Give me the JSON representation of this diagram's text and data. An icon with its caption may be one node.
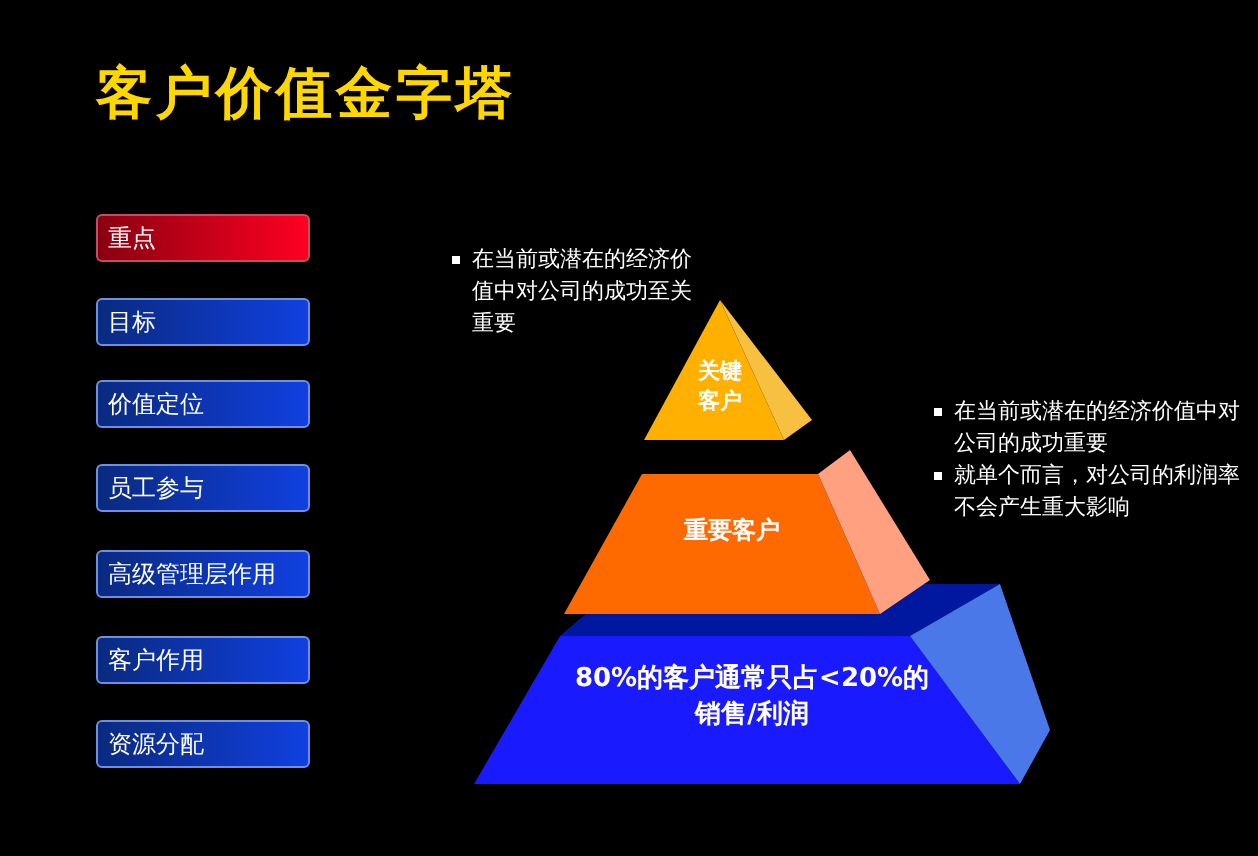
{
  "diagram": {
    "title": "客户价值金字塔",
    "nodes": [
      {
        "text": [
          "重点"
        ]
      },
      {
        "text": [
          "目标"
        ]
      },
      {
        "text": [
          "价值定位"
        ]
      },
      {
        "text": [
          "员工参与"
        ]
      },
      {
        "text": [
          "高级管理层作用"
        ]
      },
      {
        "text": [
          "客户作用"
        ]
      },
      {
        "text": [
          "资源分配"
        ]
      },
      {
        "text": [
          "关键客户"
        ],
        "beside": [
          "在当前或潜在的经济价值中对公司的成功至关重要"
        ]
      },
      {
        "text": [
          "重要客户"
        ],
        "beside": [
          "在当前或潜在的经济价值中对公司的成功重要",
          "就单个而言，对公司的利润率不会产生重大影响"
        ]
      },
      {
        "text": [
          "80%的客户通常只占<20%的销售/利润"
        ]
      }
    ],
    "edges": []
  }
}
